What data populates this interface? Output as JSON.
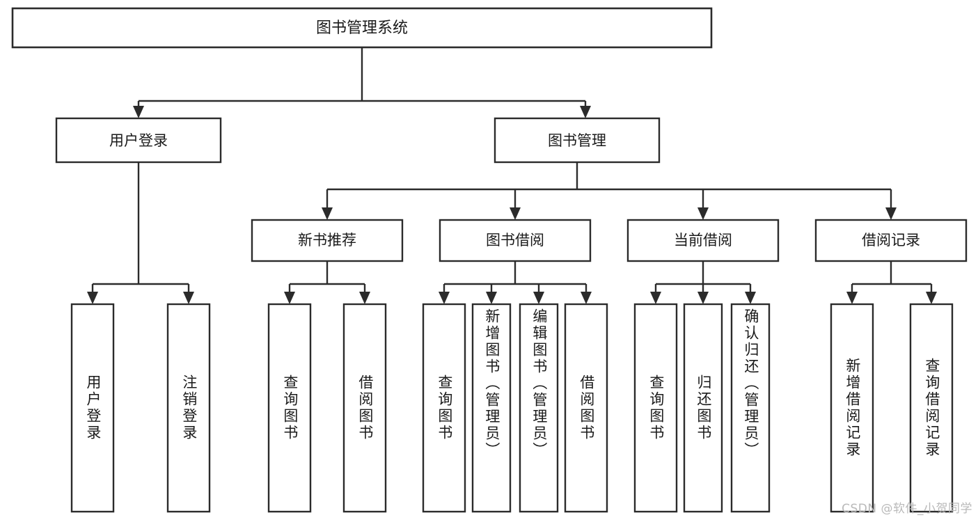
{
  "diagram": {
    "type": "tree",
    "title": "图书管理系统",
    "watermark": "CSDN @软件_小贺同学",
    "levels": {
      "root": {
        "label": "图书管理系统"
      },
      "level2": [
        {
          "label": "用户登录"
        },
        {
          "label": "图书管理"
        }
      ],
      "level3": [
        {
          "label": "新书推荐"
        },
        {
          "label": "图书借阅"
        },
        {
          "label": "当前借阅"
        },
        {
          "label": "借阅记录"
        }
      ]
    },
    "groups": [
      {
        "parent": "用户登录",
        "leaves": [
          {
            "label": "用户登录"
          },
          {
            "label": "注销登录"
          }
        ]
      },
      {
        "parent": "新书推荐",
        "leaves": [
          {
            "label": "查询图书"
          },
          {
            "label": "借阅图书"
          }
        ]
      },
      {
        "parent": "图书借阅",
        "leaves": [
          {
            "label": "查询图书"
          },
          {
            "label": "新增图书（管理员）"
          },
          {
            "label": "编辑图书（管理员）"
          },
          {
            "label": "借阅图书"
          }
        ]
      },
      {
        "parent": "当前借阅",
        "leaves": [
          {
            "label": "查询图书"
          },
          {
            "label": "归还图书"
          },
          {
            "label": "确认归还（管理员）"
          }
        ]
      },
      {
        "parent": "借阅记录",
        "leaves": [
          {
            "label": "新增借阅记录"
          },
          {
            "label": "查询借阅记录"
          }
        ]
      }
    ],
    "colors": {
      "stroke": "#2b2b2b",
      "fill": "#ffffff",
      "text": "#1a1a1a",
      "watermark": "#b9b9b9"
    }
  }
}
